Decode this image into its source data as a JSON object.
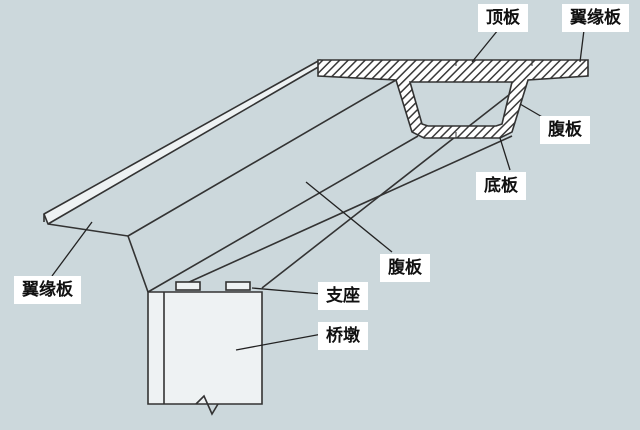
{
  "labels": {
    "top_slab": "顶板",
    "flange_right": "翼缘板",
    "web_right": "腹板",
    "bottom_slab": "底板",
    "web_center": "腹板",
    "flange_left": "翼缘板",
    "bearing": "支座",
    "pier": "桥墩"
  },
  "colors": {
    "background": "#ccd8dc",
    "linework": "#333333",
    "hatch": "#3a3a3a",
    "label_bg": "#ffffff",
    "label_text": "#111111"
  }
}
